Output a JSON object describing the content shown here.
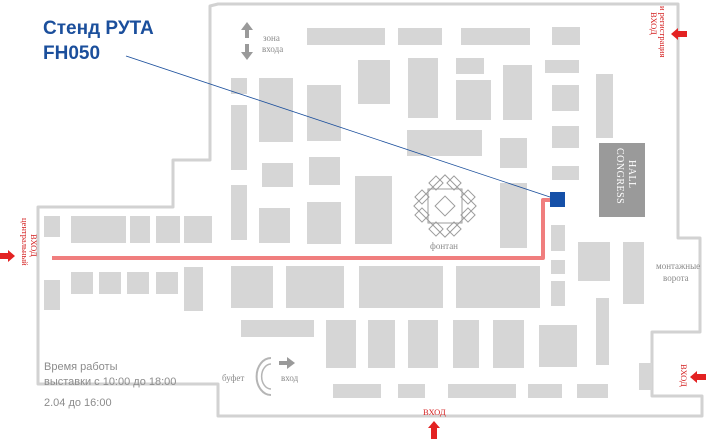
{
  "callout": {
    "line1": "Стенд РУТА",
    "line2": "FH050"
  },
  "labels": {
    "zone_entry_1": "зона",
    "zone_entry_2": "входа",
    "fountain": "фонтан",
    "assembly_gate_1": "монтажные",
    "assembly_gate_2": "ворота",
    "buffet": "буфет",
    "buffet_entry": "вход",
    "congress_1": "CONGRESS",
    "congress_2": "HALL"
  },
  "entrances": {
    "top_right_1": "ВХОД",
    "top_right_2": "и регистрация",
    "left_1": "центральный",
    "left_2": "ВХОД",
    "bottom": "ВХОД",
    "right_bottom": "ВХОД"
  },
  "schedule": {
    "line1": "Время работы",
    "line2": "выставки с 10:00 до 18:00",
    "line3": "2.04 до 16:00"
  },
  "colors": {
    "callout": "#1b4f9c",
    "stand_marker": "#1550a8",
    "route": "#f07e7e",
    "entrance": "#e32222",
    "stand": "#d6d6d6",
    "congress_hall": "#9a9a9a"
  },
  "icons": {
    "entrance_arrow": "red-arrow-icon",
    "zone_arrow": "up-down-arrow-icon",
    "fountain": "fountain-ornament-icon"
  }
}
